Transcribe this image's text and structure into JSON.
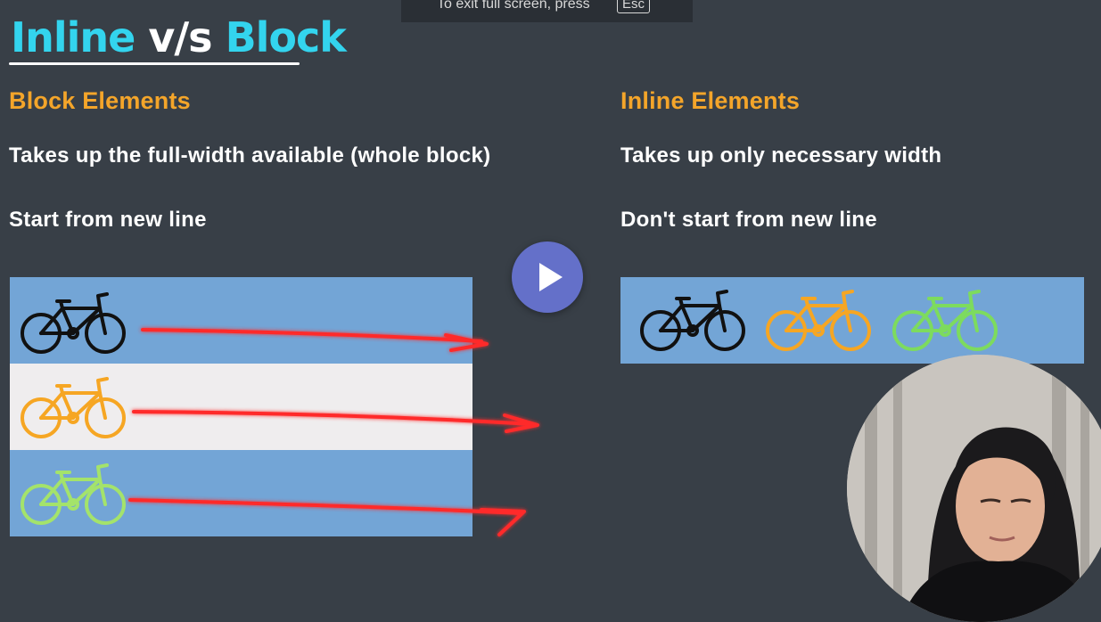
{
  "toast": {
    "message": "To exit full screen, press",
    "key": "Esc"
  },
  "title": {
    "inline": "Inline",
    "vs": "v/s",
    "block": "Block"
  },
  "block_column": {
    "heading": "Block Elements",
    "point1": "Takes up the full-width available (whole block)",
    "point2": "Start from new line"
  },
  "inline_column": {
    "heading": "Inline Elements",
    "point1": "Takes up only necessary width",
    "point2": "Don't start from new line"
  },
  "demo": {
    "bike_colors": [
      "#111111",
      "#f6a623",
      "#a4e36b"
    ],
    "inline_bike_colors": [
      "#111111",
      "#f6a623",
      "#7ddb5e"
    ],
    "row_colors": [
      "#73a5d6",
      "#efedee",
      "#73a5d6"
    ],
    "arrow_color": "#ff2b2b"
  },
  "player": {
    "play_icon": "play-icon"
  },
  "colors": {
    "background": "#383f47",
    "accent": "#33d4ee",
    "heading": "#f4a52a"
  }
}
